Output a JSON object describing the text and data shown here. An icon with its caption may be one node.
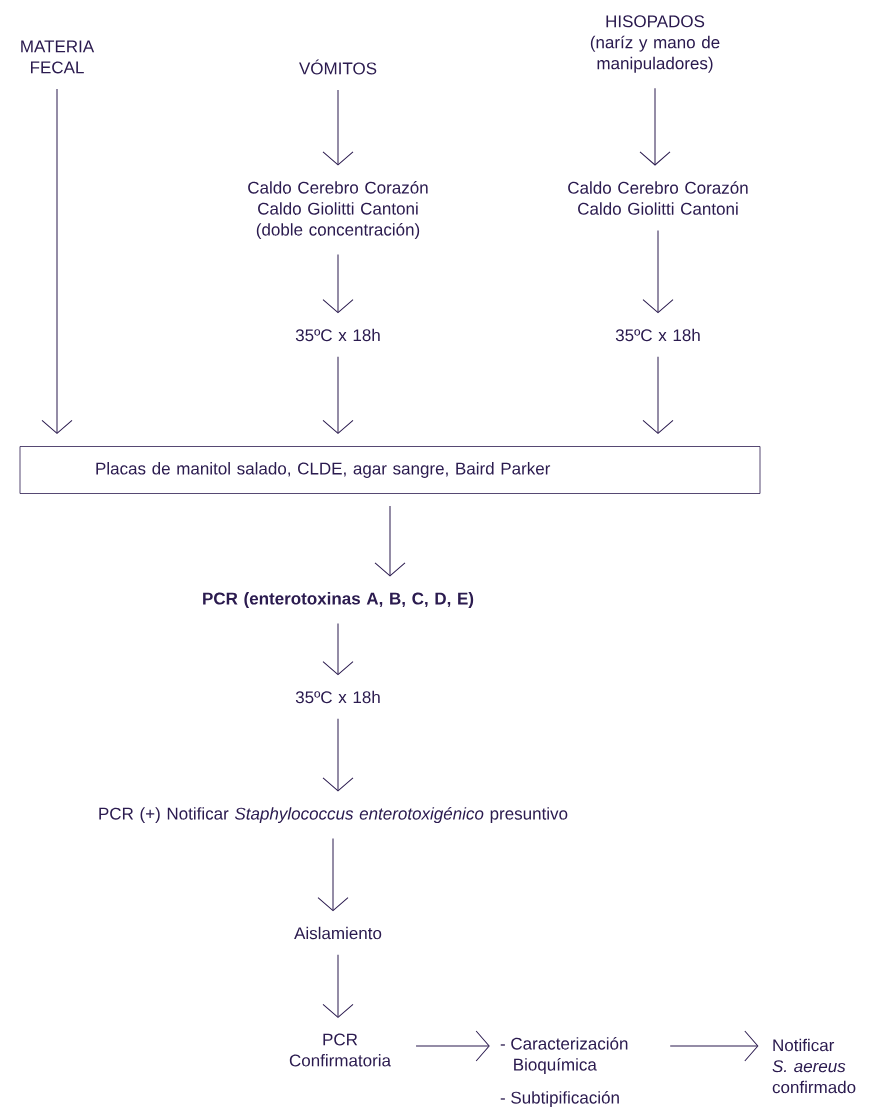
{
  "diagram": {
    "nodes": [
      {
        "text": [
          "MATERIA FECAL"
        ]
      },
      {
        "text": [
          "VÓMITOS"
        ]
      },
      {
        "text": [
          "HISOPADOS",
          "(naríz y mano de manipuladores)"
        ]
      },
      {
        "text": [
          "Caldo Cerebro Corazón Caldo Giolitti Cantoni (doble concentración)"
        ]
      },
      {
        "text": [
          "Caldo Cerebro Corazón Caldo Giolitti Cantoni"
        ]
      },
      {
        "text": [
          "35ºC x 18h"
        ]
      },
      {
        "text": [
          "35ºC x 18h"
        ]
      },
      {
        "text": [
          "Placas de manitol salado, CLDE, agar sangre, Baird Parker"
        ]
      },
      {
        "text": [
          "PCR (enterotoxinas A, B, C, D, E)"
        ]
      },
      {
        "text": [
          "35ºC x 18h"
        ]
      },
      {
        "text": [
          "PCR (+) Notificar *Staphylococcus enterotoxigénico* presuntivo"
        ]
      },
      {
        "text": [
          "Aislamiento"
        ]
      },
      {
        "text": [
          "PCR Confirmatoria"
        ]
      },
      {
        "text": [
          "- Caracterización Bioquímica",
          "- Subtipificación"
        ]
      },
      {
        "text": [
          "Notificar *S. aereus* confirmado"
        ]
      }
    ],
    "edges": [
      {
        "from": 0,
        "to": 7,
        "arrow": "to"
      },
      {
        "from": 1,
        "to": 3,
        "arrow": "to"
      },
      {
        "from": 3,
        "to": 5,
        "arrow": "to"
      },
      {
        "from": 5,
        "to": 7,
        "arrow": "to"
      },
      {
        "from": 2,
        "to": 4,
        "arrow": "to"
      },
      {
        "from": 4,
        "to": 6,
        "arrow": "to"
      },
      {
        "from": 6,
        "to": 7,
        "arrow": "to"
      },
      {
        "from": 7,
        "to": 8,
        "arrow": "to"
      },
      {
        "from": 8,
        "to": 9,
        "arrow": "to"
      },
      {
        "from": 9,
        "to": 10,
        "arrow": "to"
      },
      {
        "from": 10,
        "to": 11,
        "arrow": "to"
      },
      {
        "from": 11,
        "to": 12,
        "arrow": "to"
      },
      {
        "from": 12,
        "to": 13,
        "arrow": "to"
      },
      {
        "from": 13,
        "to": 14,
        "arrow": "to"
      }
    ]
  }
}
